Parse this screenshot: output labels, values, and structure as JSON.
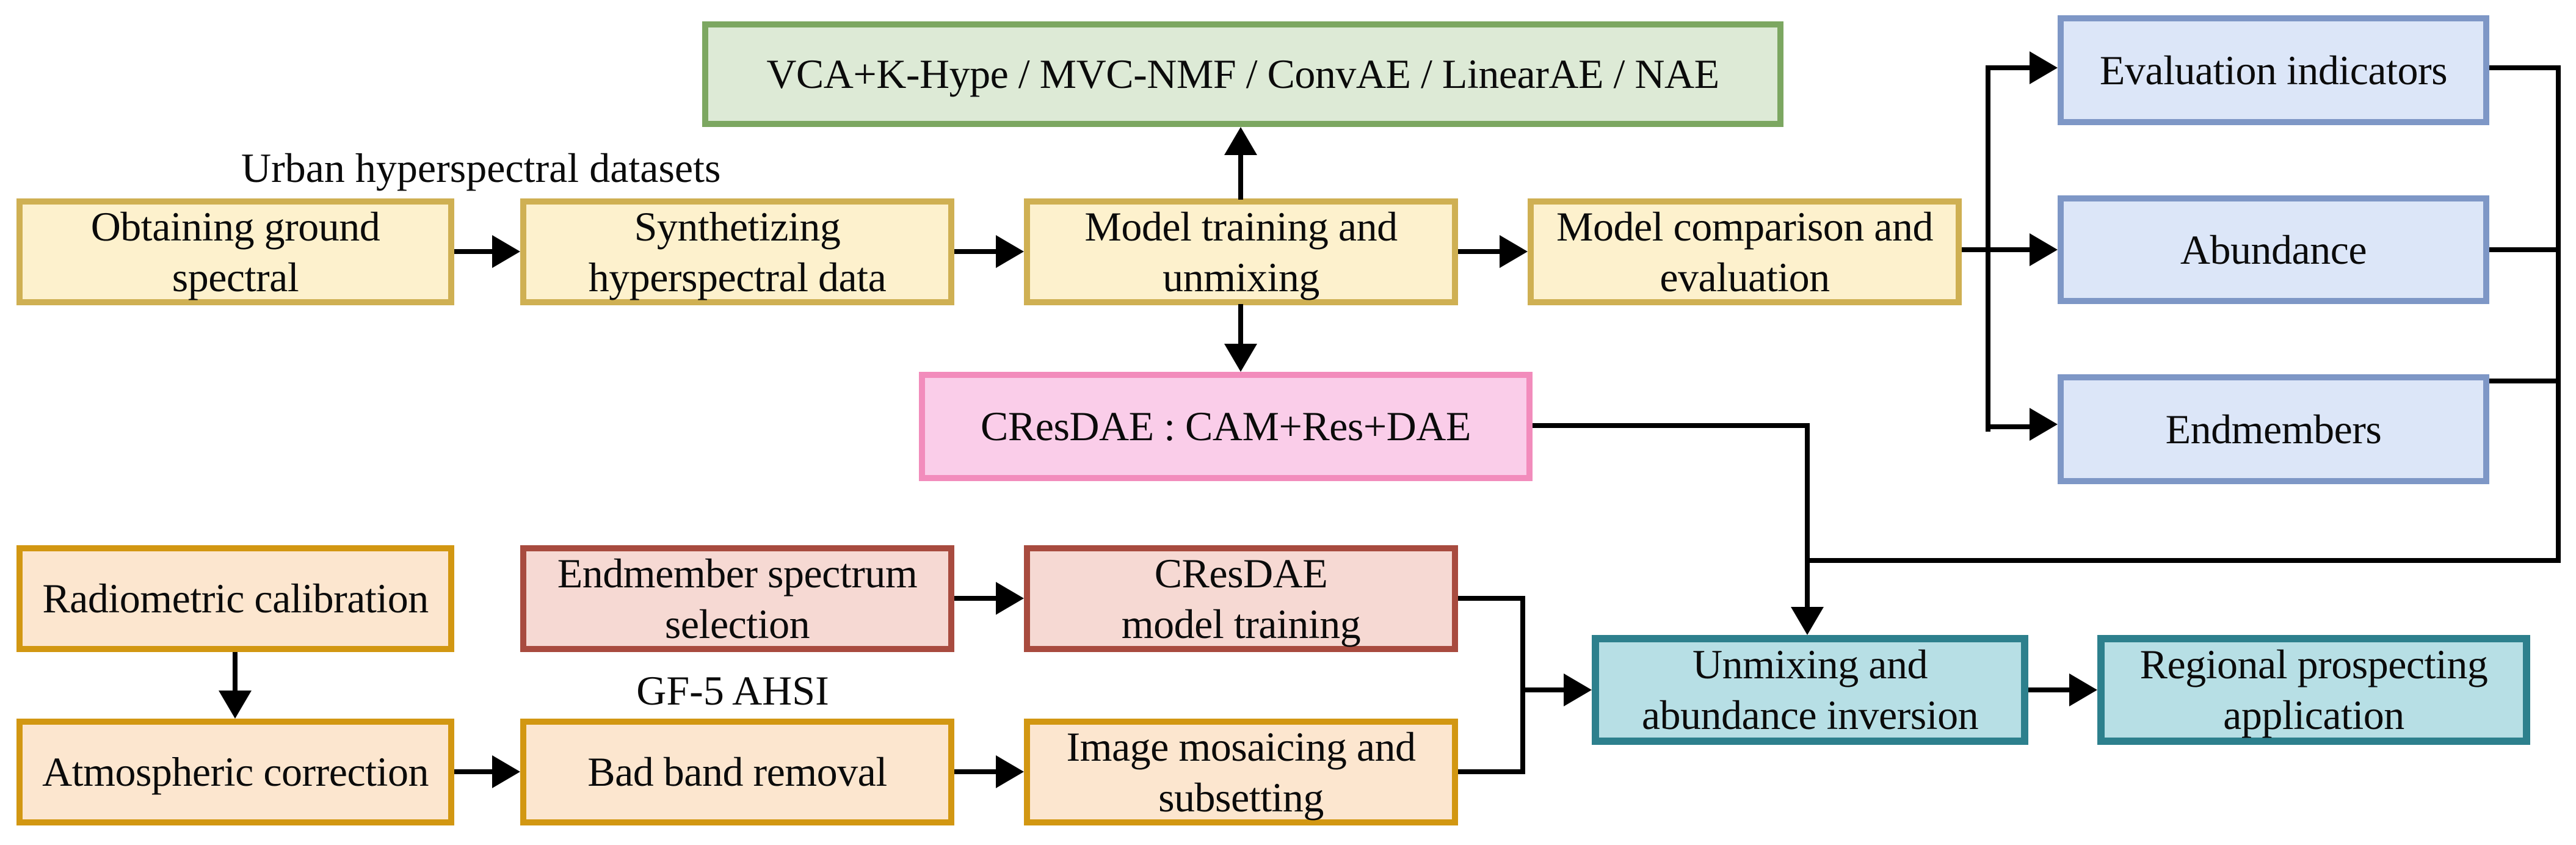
{
  "colors": {
    "green_border": "#7CA761",
    "green_fill": "#DDEAD6",
    "yellow_border": "#CFB053",
    "yellow_fill": "#FDF1CD",
    "blue_border": "#7E97C6",
    "blue_fill": "#DCE6F8",
    "pink_border": "#F28CBC",
    "pink_fill": "#FACDE9",
    "orange_border": "#D29712",
    "orange_fill": "#FCE6CF",
    "red_border": "#A84B3F",
    "red_fill": "#F6D9D3",
    "teal_border": "#2D808D",
    "teal_fill": "#B7DFE5",
    "line": "#000000"
  },
  "labels": {
    "urban_datasets": "Urban hyperspectral datasets",
    "gf5_ahsi": "GF-5 AHSI"
  },
  "nodes": {
    "methods": "VCA+K-Hype / MVC-NMF / ConvAE / LinearAE / NAE",
    "obtaining": "Obtaining ground\nspectral",
    "synthetizing": "Synthetizing\nhyperspectral data",
    "model_training": "Model training and\nunmixing",
    "model_comparison": "Model comparison and\nevaluation",
    "evaluation_indicators": "Evaluation indicators",
    "abundance": "Abundance",
    "endmembers": "Endmembers",
    "cresdae": "CResDAE : CAM+Res+DAE",
    "radiometric": "Radiometric calibration",
    "atmospheric": "Atmospheric correction",
    "endmember_selection": "Endmember spectrum\nselection",
    "cresdae_training": "CResDAE\nmodel training",
    "bad_band": "Bad band removal",
    "mosaicing": "Image mosaicing and\nsubsetting",
    "unmixing_inversion": "Unmixing and\nabundance inversion",
    "regional": "Regional prospecting\napplication"
  }
}
